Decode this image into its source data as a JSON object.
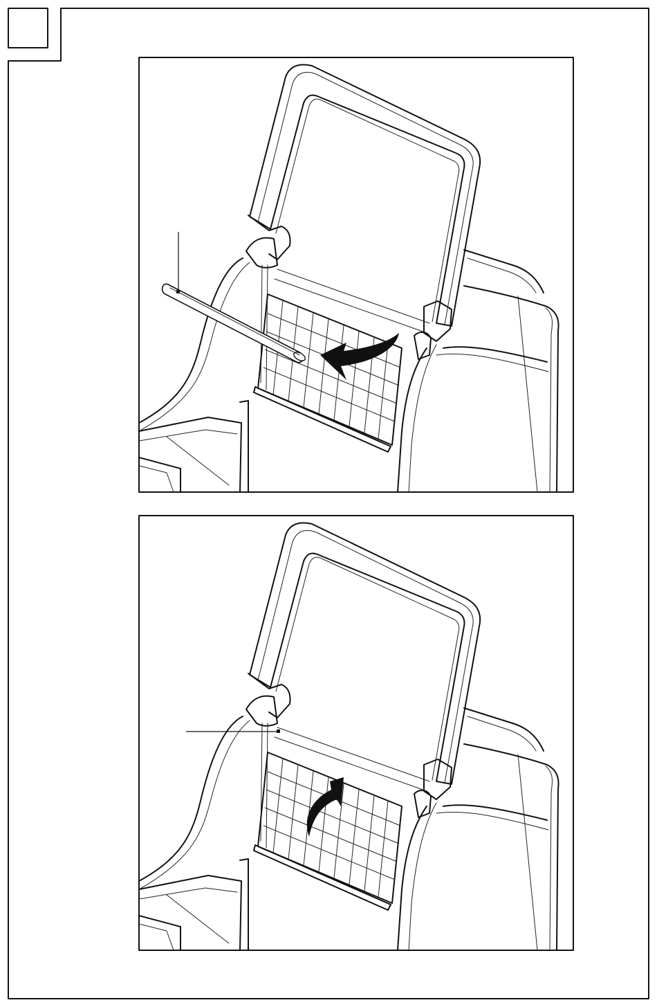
{
  "page": {
    "step_number": ""
  },
  "panels": [
    {
      "id": "top",
      "callout_label": "",
      "arrow": "counterclockwise-curved-arrow"
    },
    {
      "id": "bottom",
      "callout_label": "",
      "arrow": "upward-curved-arrow"
    }
  ],
  "colors": {
    "ink": "#111111",
    "background": "#ffffff"
  }
}
